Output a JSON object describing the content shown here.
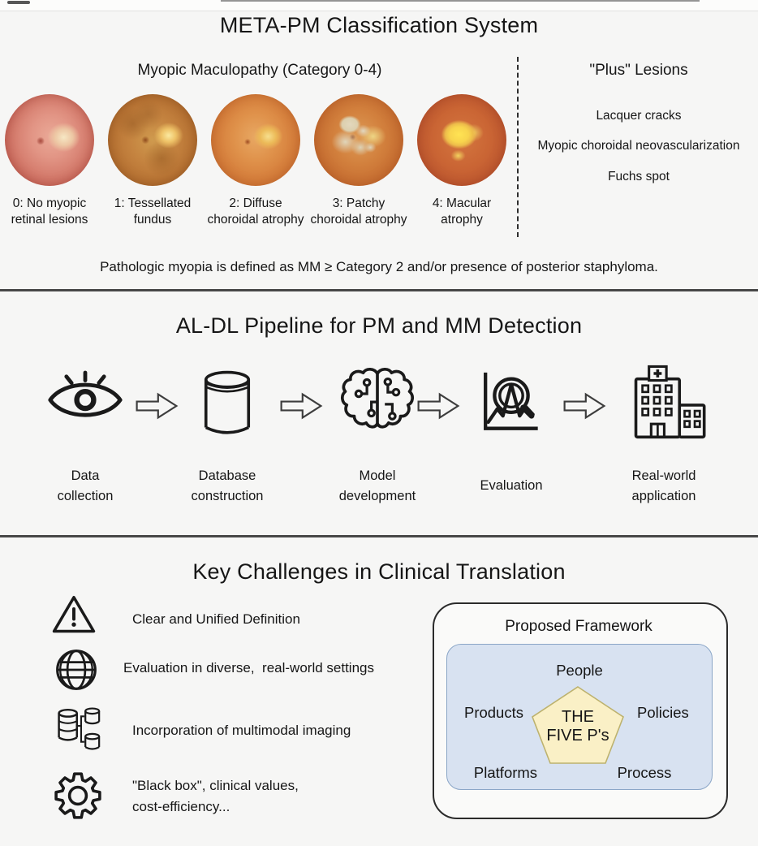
{
  "panel_meta": {
    "title": "META-PM Classification System",
    "column_left_header": "Myopic Maculopathy (Category 0-4)",
    "column_right_header": "\"Plus\" Lesions",
    "categories": [
      {
        "line1": "0: No myopic",
        "line2": "retinal lesions"
      },
      {
        "line1": "1: Tessellated",
        "line2": "fundus"
      },
      {
        "line1": "2: Diffuse",
        "line2": "choroidal atrophy"
      },
      {
        "line1": "3: Patchy",
        "line2": "choroidal atrophy"
      },
      {
        "line1": "4: Macular",
        "line2": "atrophy"
      }
    ],
    "plus_lesions": [
      "Lacquer cracks",
      "Myopic choroidal neovascularization",
      "Fuchs spot"
    ],
    "definition_note": "Pathologic myopia is defined as MM ≥ Category 2 and/or presence of posterior staphyloma."
  },
  "panel_pipeline": {
    "title": "AL-DL Pipeline for PM and MM Detection",
    "steps": [
      {
        "icon": "eye-icon",
        "line1": "Data",
        "line2": "collection"
      },
      {
        "icon": "database-icon",
        "line1": "Database",
        "line2": "construction"
      },
      {
        "icon": "brain-circuit-icon",
        "line1": "Model",
        "line2": "development"
      },
      {
        "icon": "magnifier-chart-icon",
        "line1": "Evaluation",
        "line2": ""
      },
      {
        "icon": "hospital-icon",
        "line1": "Real-world",
        "line2": "application"
      }
    ]
  },
  "panel_challenges": {
    "title": "Key Challenges in Clinical Translation",
    "items": [
      {
        "icon": "warning-icon",
        "line1": "Clear and Unified Definition",
        "line2": ""
      },
      {
        "icon": "globe-icon",
        "line1": "Evaluation in diverse,  real-world settings",
        "line2": ""
      },
      {
        "icon": "databases-icon",
        "line1": "Incorporation of multimodal imaging",
        "line2": ""
      },
      {
        "icon": "gear-icon",
        "line1": "\"Black box\", clinical values,",
        "line2": "cost-efficiency..."
      }
    ],
    "framework": {
      "title": "Proposed Framework",
      "pentagon_line1": "THE",
      "pentagon_line2": "FIVE P's",
      "label_top": "People",
      "label_left": "Products",
      "label_right": "Policies",
      "label_bottom_left": "Platforms",
      "label_bottom_right": "Process"
    }
  },
  "colors": {
    "background": "#f6f6f5",
    "divider": "#474747",
    "framework_inner_fill": "#d8e2f1",
    "framework_inner_border": "#8ba6c7",
    "pentagon_fill": "#faf0c6",
    "pentagon_border": "#bdb26e",
    "ink": "#161616"
  }
}
